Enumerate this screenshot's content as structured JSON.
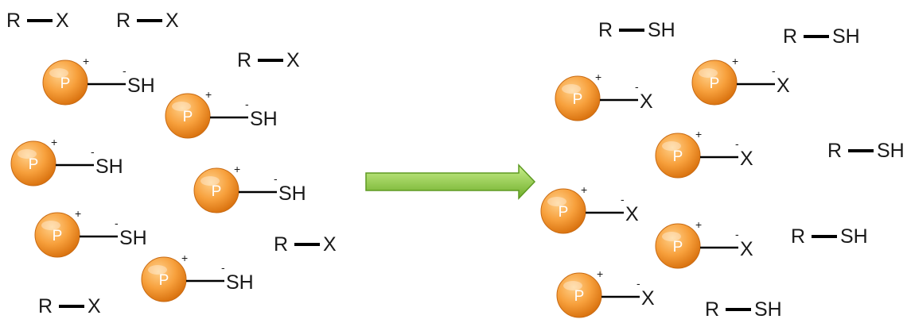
{
  "colors": {
    "bead_light": "#ffd08a",
    "bead_mid": "#f7a03c",
    "bead_dark": "#d9720f",
    "arrow_light": "#c9ef8b",
    "arrow_dark": "#6fae2a",
    "line": "#000000"
  },
  "labels": {
    "bead": "P",
    "plus": "+",
    "minus": "-",
    "r": "R",
    "x": "X",
    "sh": "SH"
  },
  "left_panel": {
    "free_molecules": [
      "R — X",
      "R — X",
      "R — X",
      "R — X",
      "R — X"
    ],
    "resin_groups": [
      "P⁺ —⁻SH",
      "P⁺ —⁻SH",
      "P⁺ —⁻SH",
      "P⁺ —⁻SH",
      "P⁺ —⁻SH",
      "P⁺ —⁻SH"
    ]
  },
  "arrow": {
    "icon": "right-arrow-icon"
  },
  "right_panel": {
    "free_molecules": [
      "R — SH",
      "R — SH",
      "R — SH",
      "R — SH",
      "R — SH"
    ],
    "resin_groups": [
      "P⁺ —⁻X",
      "P⁺ —⁻X",
      "P⁺ —⁻X",
      "P⁺ —⁻X",
      "P⁺ —⁻X",
      "P⁺ —⁻X"
    ]
  }
}
